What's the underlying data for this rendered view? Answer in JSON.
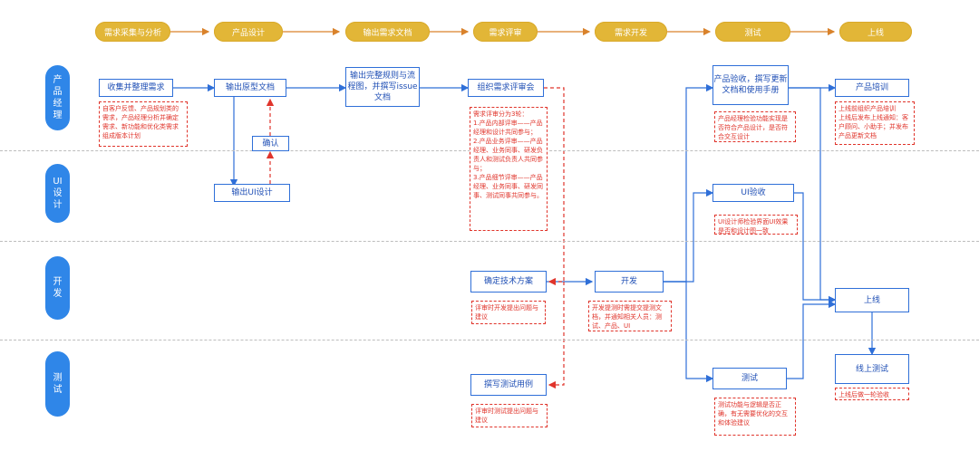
{
  "stages": [
    "需求采集与分析",
    "产品设计",
    "输出需求文档",
    "需求评审",
    "需求开发",
    "测试",
    "上线"
  ],
  "lanes": [
    "产品经理",
    "UI设计",
    "开发",
    "测试"
  ],
  "boxes": {
    "collect": "收集并整理需求",
    "prototype": "输出原型文档",
    "confirm": "确认",
    "ui_design": "输出UI设计",
    "full_doc": "输出完整规则与流程图，并撰写issue文档",
    "review": "组织需求评审会",
    "tech_plan": "确定技术方案",
    "test_cases": "撰写测试用例",
    "develop": "开发",
    "pm_accept": "产品验收，撰写更新文档和使用手册",
    "ui_accept": "UI验收",
    "testing": "测试",
    "training": "产品培训",
    "launch": "上线",
    "online_test": "线上测试"
  },
  "notes": {
    "collect": "自客户反馈、产品规划类的需求，产品经理分析并确定需求、新功能和优化类需求组成版本计划",
    "review": "需求评审分为3轮：\n1.产品内部评审——产品经理和设计共同参与；\n2.产品业务评审——产品经理、业务同事、研发负责人和测试负责人共同参与；\n3.产品细节评审——产品经理、业务同事、研发同事、测试同事共同参与。",
    "tech_plan": "评审时开发提出问题与建议",
    "test_cases": "评审时测试提出问题与建议",
    "develop": "开发提测时需提交提测文档，并通知相关人员：测试、产品、UI",
    "pm_accept": "产品经理检验功能实现是否符合产品设计，是否符合交互设计",
    "ui_accept": "UI设计师检验界面UI效果是否和设计图一致",
    "testing": "测试功能与逻辑是否正确，有无需要优化的交互和体验建议",
    "training": "上线前组织产品培训\n上线后发布上线通知：客户顾问、小助手；并发布产品更新文档",
    "online_test": "上线后做一轮验收"
  },
  "colors": {
    "stage_fill": "#e2b637",
    "stage_arrow": "#d9822b",
    "lane_fill": "#2f86e8",
    "flow": "#2f6fd8",
    "feedback": "#e0342b",
    "separator": "#bdbdbd"
  }
}
